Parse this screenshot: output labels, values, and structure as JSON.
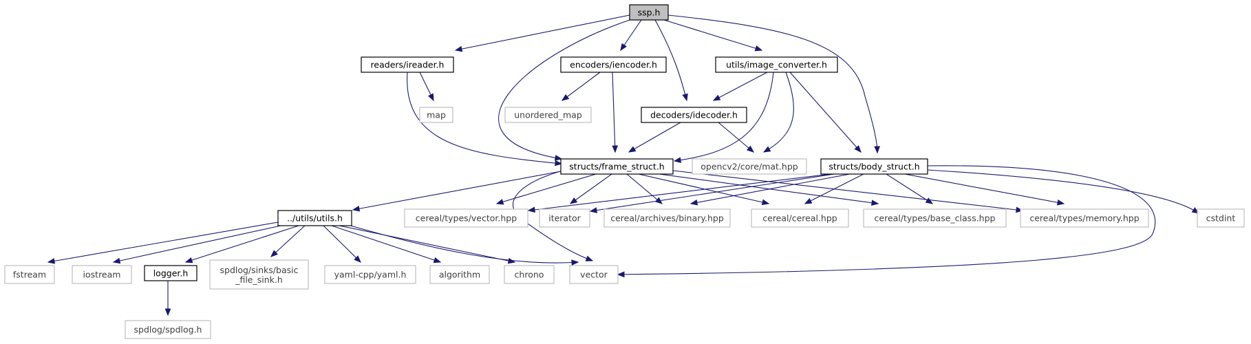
{
  "diagram": {
    "type": "include-dependency-graph",
    "colors": {
      "edge": "#191970",
      "root_fill": "#bfbfbf",
      "documented_border": "#000000",
      "external_border": "#bfbfbf",
      "external_text": "#404040"
    },
    "nodes": [
      {
        "id": "ssp",
        "label": "ssp.h",
        "kind": "root"
      },
      {
        "id": "ireader",
        "label": "readers/ireader.h",
        "kind": "documented"
      },
      {
        "id": "iencoder",
        "label": "encoders/iencoder.h",
        "kind": "documented"
      },
      {
        "id": "imgconv",
        "label": "utils/image_converter.h",
        "kind": "documented"
      },
      {
        "id": "map",
        "label": "map",
        "kind": "external"
      },
      {
        "id": "unordered_map",
        "label": "unordered_map",
        "kind": "external"
      },
      {
        "id": "idecoder",
        "label": "decoders/idecoder.h",
        "kind": "documented"
      },
      {
        "id": "frame",
        "label": "structs/frame_struct.h",
        "kind": "documented"
      },
      {
        "id": "mat",
        "label": "opencv2/core/mat.hpp",
        "kind": "external"
      },
      {
        "id": "body",
        "label": "structs/body_struct.h",
        "kind": "documented"
      },
      {
        "id": "utils",
        "label": "../utils/utils.h",
        "kind": "documented"
      },
      {
        "id": "vector_hpp",
        "label": "cereal/types/vector.hpp",
        "kind": "external"
      },
      {
        "id": "iterator",
        "label": "iterator",
        "kind": "external"
      },
      {
        "id": "binary",
        "label": "cereal/archives/binary.hpp",
        "kind": "external"
      },
      {
        "id": "cereal",
        "label": "cereal/cereal.hpp",
        "kind": "external"
      },
      {
        "id": "base_class",
        "label": "cereal/types/base_class.hpp",
        "kind": "external"
      },
      {
        "id": "memory",
        "label": "cereal/types/memory.hpp",
        "kind": "external"
      },
      {
        "id": "cstdint",
        "label": "cstdint",
        "kind": "external"
      },
      {
        "id": "fstream",
        "label": "fstream",
        "kind": "external"
      },
      {
        "id": "iostream",
        "label": "iostream",
        "kind": "external"
      },
      {
        "id": "logger",
        "label": "logger.h",
        "kind": "documented"
      },
      {
        "id": "basic_file_sink",
        "label": "spdlog/sinks/basic\n_file_sink.h",
        "kind": "external"
      },
      {
        "id": "yaml",
        "label": "yaml-cpp/yaml.h",
        "kind": "external"
      },
      {
        "id": "algorithm",
        "label": "algorithm",
        "kind": "external"
      },
      {
        "id": "chrono",
        "label": "chrono",
        "kind": "external"
      },
      {
        "id": "vector",
        "label": "vector",
        "kind": "external"
      },
      {
        "id": "spdlog",
        "label": "spdlog/spdlog.h",
        "kind": "external"
      }
    ],
    "edges": [
      [
        "ssp",
        "ireader"
      ],
      [
        "ssp",
        "frame"
      ],
      [
        "ssp",
        "iencoder"
      ],
      [
        "ssp",
        "idecoder"
      ],
      [
        "ssp",
        "imgconv"
      ],
      [
        "ssp",
        "body"
      ],
      [
        "ireader",
        "map"
      ],
      [
        "ireader",
        "frame"
      ],
      [
        "iencoder",
        "unordered_map"
      ],
      [
        "iencoder",
        "frame"
      ],
      [
        "imgconv",
        "idecoder"
      ],
      [
        "imgconv",
        "frame"
      ],
      [
        "imgconv",
        "mat"
      ],
      [
        "imgconv",
        "body"
      ],
      [
        "idecoder",
        "frame"
      ],
      [
        "idecoder",
        "mat"
      ],
      [
        "frame",
        "utils"
      ],
      [
        "frame",
        "vector_hpp"
      ],
      [
        "frame",
        "iterator"
      ],
      [
        "frame",
        "binary"
      ],
      [
        "frame",
        "cereal"
      ],
      [
        "frame",
        "base_class"
      ],
      [
        "frame",
        "memory"
      ],
      [
        "frame",
        "vector"
      ],
      [
        "body",
        "vector_hpp"
      ],
      [
        "body",
        "iterator"
      ],
      [
        "body",
        "binary"
      ],
      [
        "body",
        "cereal"
      ],
      [
        "body",
        "base_class"
      ],
      [
        "body",
        "memory"
      ],
      [
        "body",
        "cstdint"
      ],
      [
        "body",
        "vector"
      ],
      [
        "utils",
        "fstream"
      ],
      [
        "utils",
        "iostream"
      ],
      [
        "utils",
        "logger"
      ],
      [
        "utils",
        "basic_file_sink"
      ],
      [
        "utils",
        "yaml"
      ],
      [
        "utils",
        "algorithm"
      ],
      [
        "utils",
        "chrono"
      ],
      [
        "utils",
        "vector"
      ],
      [
        "logger",
        "spdlog"
      ]
    ]
  }
}
